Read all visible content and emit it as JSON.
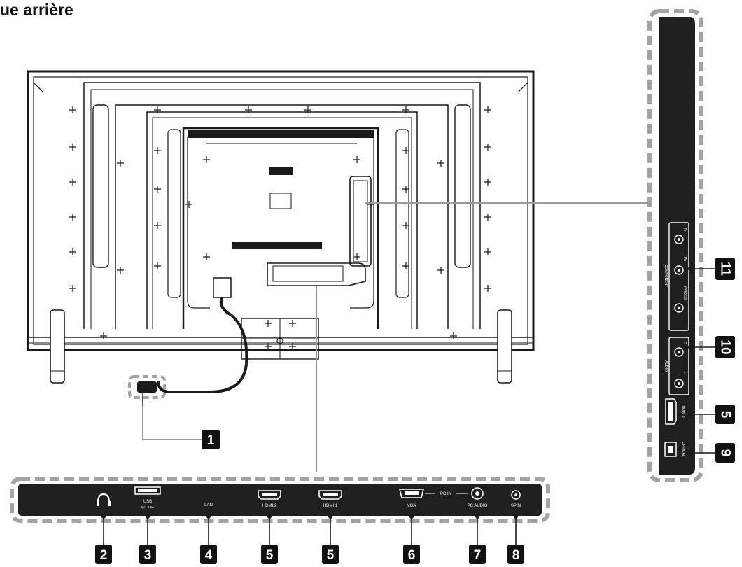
{
  "title": "ue arrière",
  "callouts": {
    "power": "1",
    "headphone": "2",
    "usb": "3",
    "lan": "4",
    "hdmi2": "5",
    "hdmi1": "5",
    "vga": "6",
    "pc_audio": "7",
    "spin": "8",
    "optical": "9",
    "audio": "10",
    "hdmi_side": "5",
    "component": "11"
  },
  "bottom_panel": {
    "usb": "USB",
    "usb_sub": "5V⎓0.5A",
    "lan": "LAN",
    "hdmi2": "HDMI 2",
    "hdmi1": "HDMI 1",
    "vga": "VGA",
    "pc_in": "PC IN",
    "pc_audio": "PC AUDIO",
    "spin": "SPIN"
  },
  "side_panel": {
    "component": "COMPONENT",
    "video": "Y/VIDEO",
    "pb": "Pb",
    "pr": "Pr",
    "audio": "AUDIO",
    "audio_l": "L",
    "audio_r": "R",
    "hdmi3": "HDMI 3",
    "optical": "OPTICAL"
  },
  "colors": {
    "ink": "#1a1a1a",
    "panel": "#1f1f1f",
    "dash": "#a3a3a3",
    "leader": "#9a9a9a"
  }
}
